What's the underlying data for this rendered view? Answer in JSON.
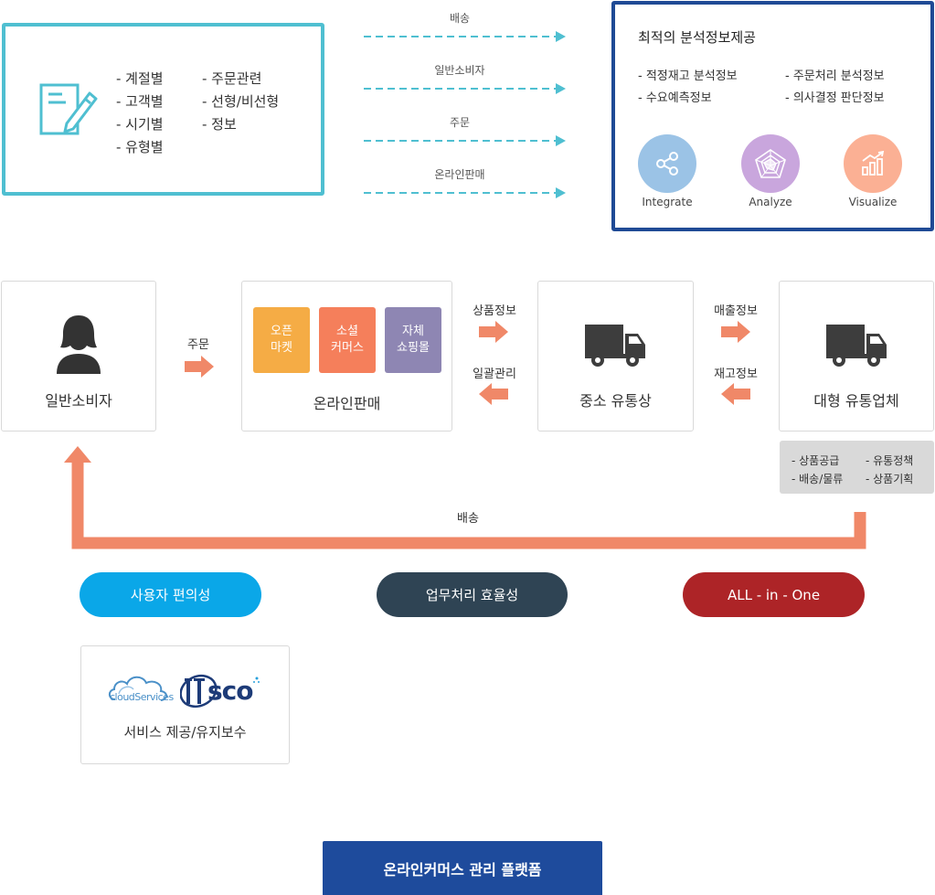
{
  "analysis_categories": {
    "col1": [
      "- 계절별",
      "- 고객별",
      "- 시기별",
      "- 유형별"
    ],
    "col2": [
      "- 주문관련",
      "- 선형/비선형",
      "- 정보"
    ]
  },
  "flow_labels": [
    "배송",
    "일반소비자",
    "주문",
    "온라인판매"
  ],
  "optimal": {
    "title": "최적의 분석정보제공",
    "items_left": [
      "- 적정재고 분석정보",
      "- 수요예측정보"
    ],
    "items_right": [
      "- 주문처리 분석정보",
      "- 의사결정 판단정보"
    ],
    "circles": [
      {
        "label": "Integrate",
        "color": "#9bc3e6",
        "icon": "share-icon"
      },
      {
        "label": "Analyze",
        "color": "#c9a6dd",
        "icon": "radar-icon"
      },
      {
        "label": "Visualize",
        "color": "#fbb094",
        "icon": "bar-chart-icon"
      }
    ]
  },
  "nodes": {
    "consumer": "일반소비자",
    "online": "온라인판매",
    "sme": "중소 유통상",
    "large": "대형 유통업체"
  },
  "tiles": [
    {
      "lines": [
        "오픈",
        "마켓"
      ],
      "color": "#f5ac45"
    },
    {
      "lines": [
        "소셜",
        "커머스"
      ],
      "color": "#f57f5b"
    },
    {
      "lines": [
        "자체",
        "쇼핑몰"
      ],
      "color": "#8e86b3"
    }
  ],
  "arrow_labels": {
    "order": "주문",
    "product_info": "상품정보",
    "bulk_manage": "일괄관리",
    "sales_info": "매출정보",
    "stock_info": "재고정보",
    "delivery": "배송"
  },
  "large_info": {
    "left": [
      "- 상품공급",
      "- 배송/물류"
    ],
    "right": [
      "- 유통정책",
      "- 상품기획"
    ]
  },
  "pills": [
    {
      "label": "사용자 편의성",
      "color": "#0aa7e8"
    },
    {
      "label": "업무처리 효율성",
      "color": "#2f4454"
    },
    {
      "label": "ALL - in - One",
      "color": "#ad2427"
    }
  ],
  "service": {
    "logo1": "cloudServices",
    "logo2": "ITsco",
    "label": "서비스 제공/유지보수"
  },
  "platform": "온라인커머스 관리 플랫폼",
  "colors": {
    "teal": "#4fbfd1",
    "navy": "#1f4a95",
    "salmon": "#f08868"
  }
}
